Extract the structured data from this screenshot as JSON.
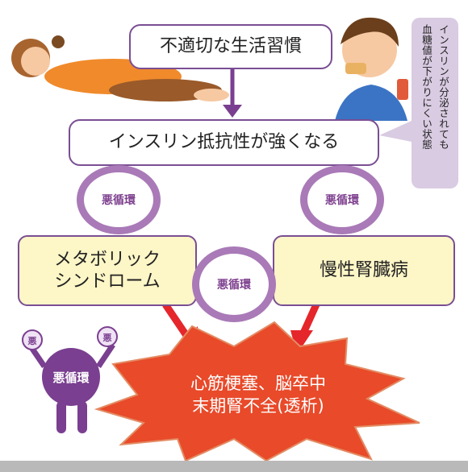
{
  "boxes": {
    "lifestyle": "不適切な生活習慣",
    "insulin_resistance": "インスリン抵抗性が強くなる",
    "metabolic_line1": "メタボリック",
    "metabolic_line2": "シンドローム",
    "ckd": "慢性腎臓病"
  },
  "cycles": {
    "left": "悪循環",
    "right": "悪循環",
    "center": "悪循環",
    "mascot": "悪循環"
  },
  "note": {
    "line1": "インスリンが分泌されても",
    "line2": "血糖値が下がりにくい状態"
  },
  "outcome": {
    "line1": "心筋梗塞、脳卒中",
    "line2": "末期腎不全(透析)"
  },
  "mascot_badges": [
    "悪",
    "悪"
  ],
  "colors": {
    "purple": "#7a4e93",
    "cycle_purple": "#a97ab7",
    "yellow_fill": "#fdf6c7",
    "burst_red": "#e84a2a",
    "arrow_red": "#e5262b",
    "note_bg": "#d9cbe2"
  }
}
